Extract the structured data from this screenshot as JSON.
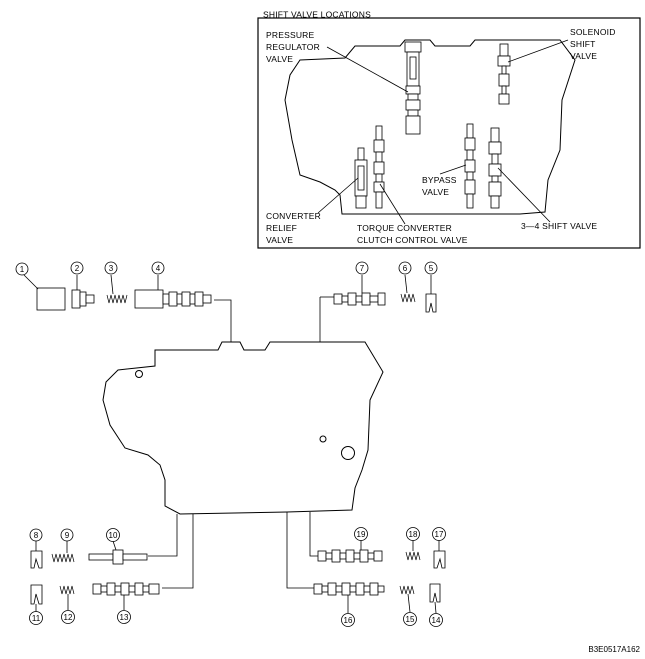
{
  "inset": {
    "title": "SHIFT VALVE LOCATIONS",
    "labels": {
      "pressure_regulator": [
        "PRESSURE",
        "REGULATOR",
        "VALVE"
      ],
      "solenoid_shift": [
        "SOLENOID",
        "SHIFT",
        "VALVE"
      ],
      "bypass": [
        "BYPASS",
        "VALVE"
      ],
      "converter_relief": [
        "CONVERTER",
        "RELIEF",
        "VALVE"
      ],
      "torque_converter": [
        "TORQUE CONVERTER",
        "CLUTCH CONTROL VALVE"
      ],
      "shift_34": "3—4 SHIFT VALVE"
    }
  },
  "callouts": [
    "1",
    "2",
    "3",
    "4",
    "5",
    "6",
    "7",
    "8",
    "9",
    "10",
    "11",
    "12",
    "13",
    "14",
    "15",
    "16",
    "17",
    "18",
    "19"
  ],
  "figure_code": "B3E0517A162"
}
